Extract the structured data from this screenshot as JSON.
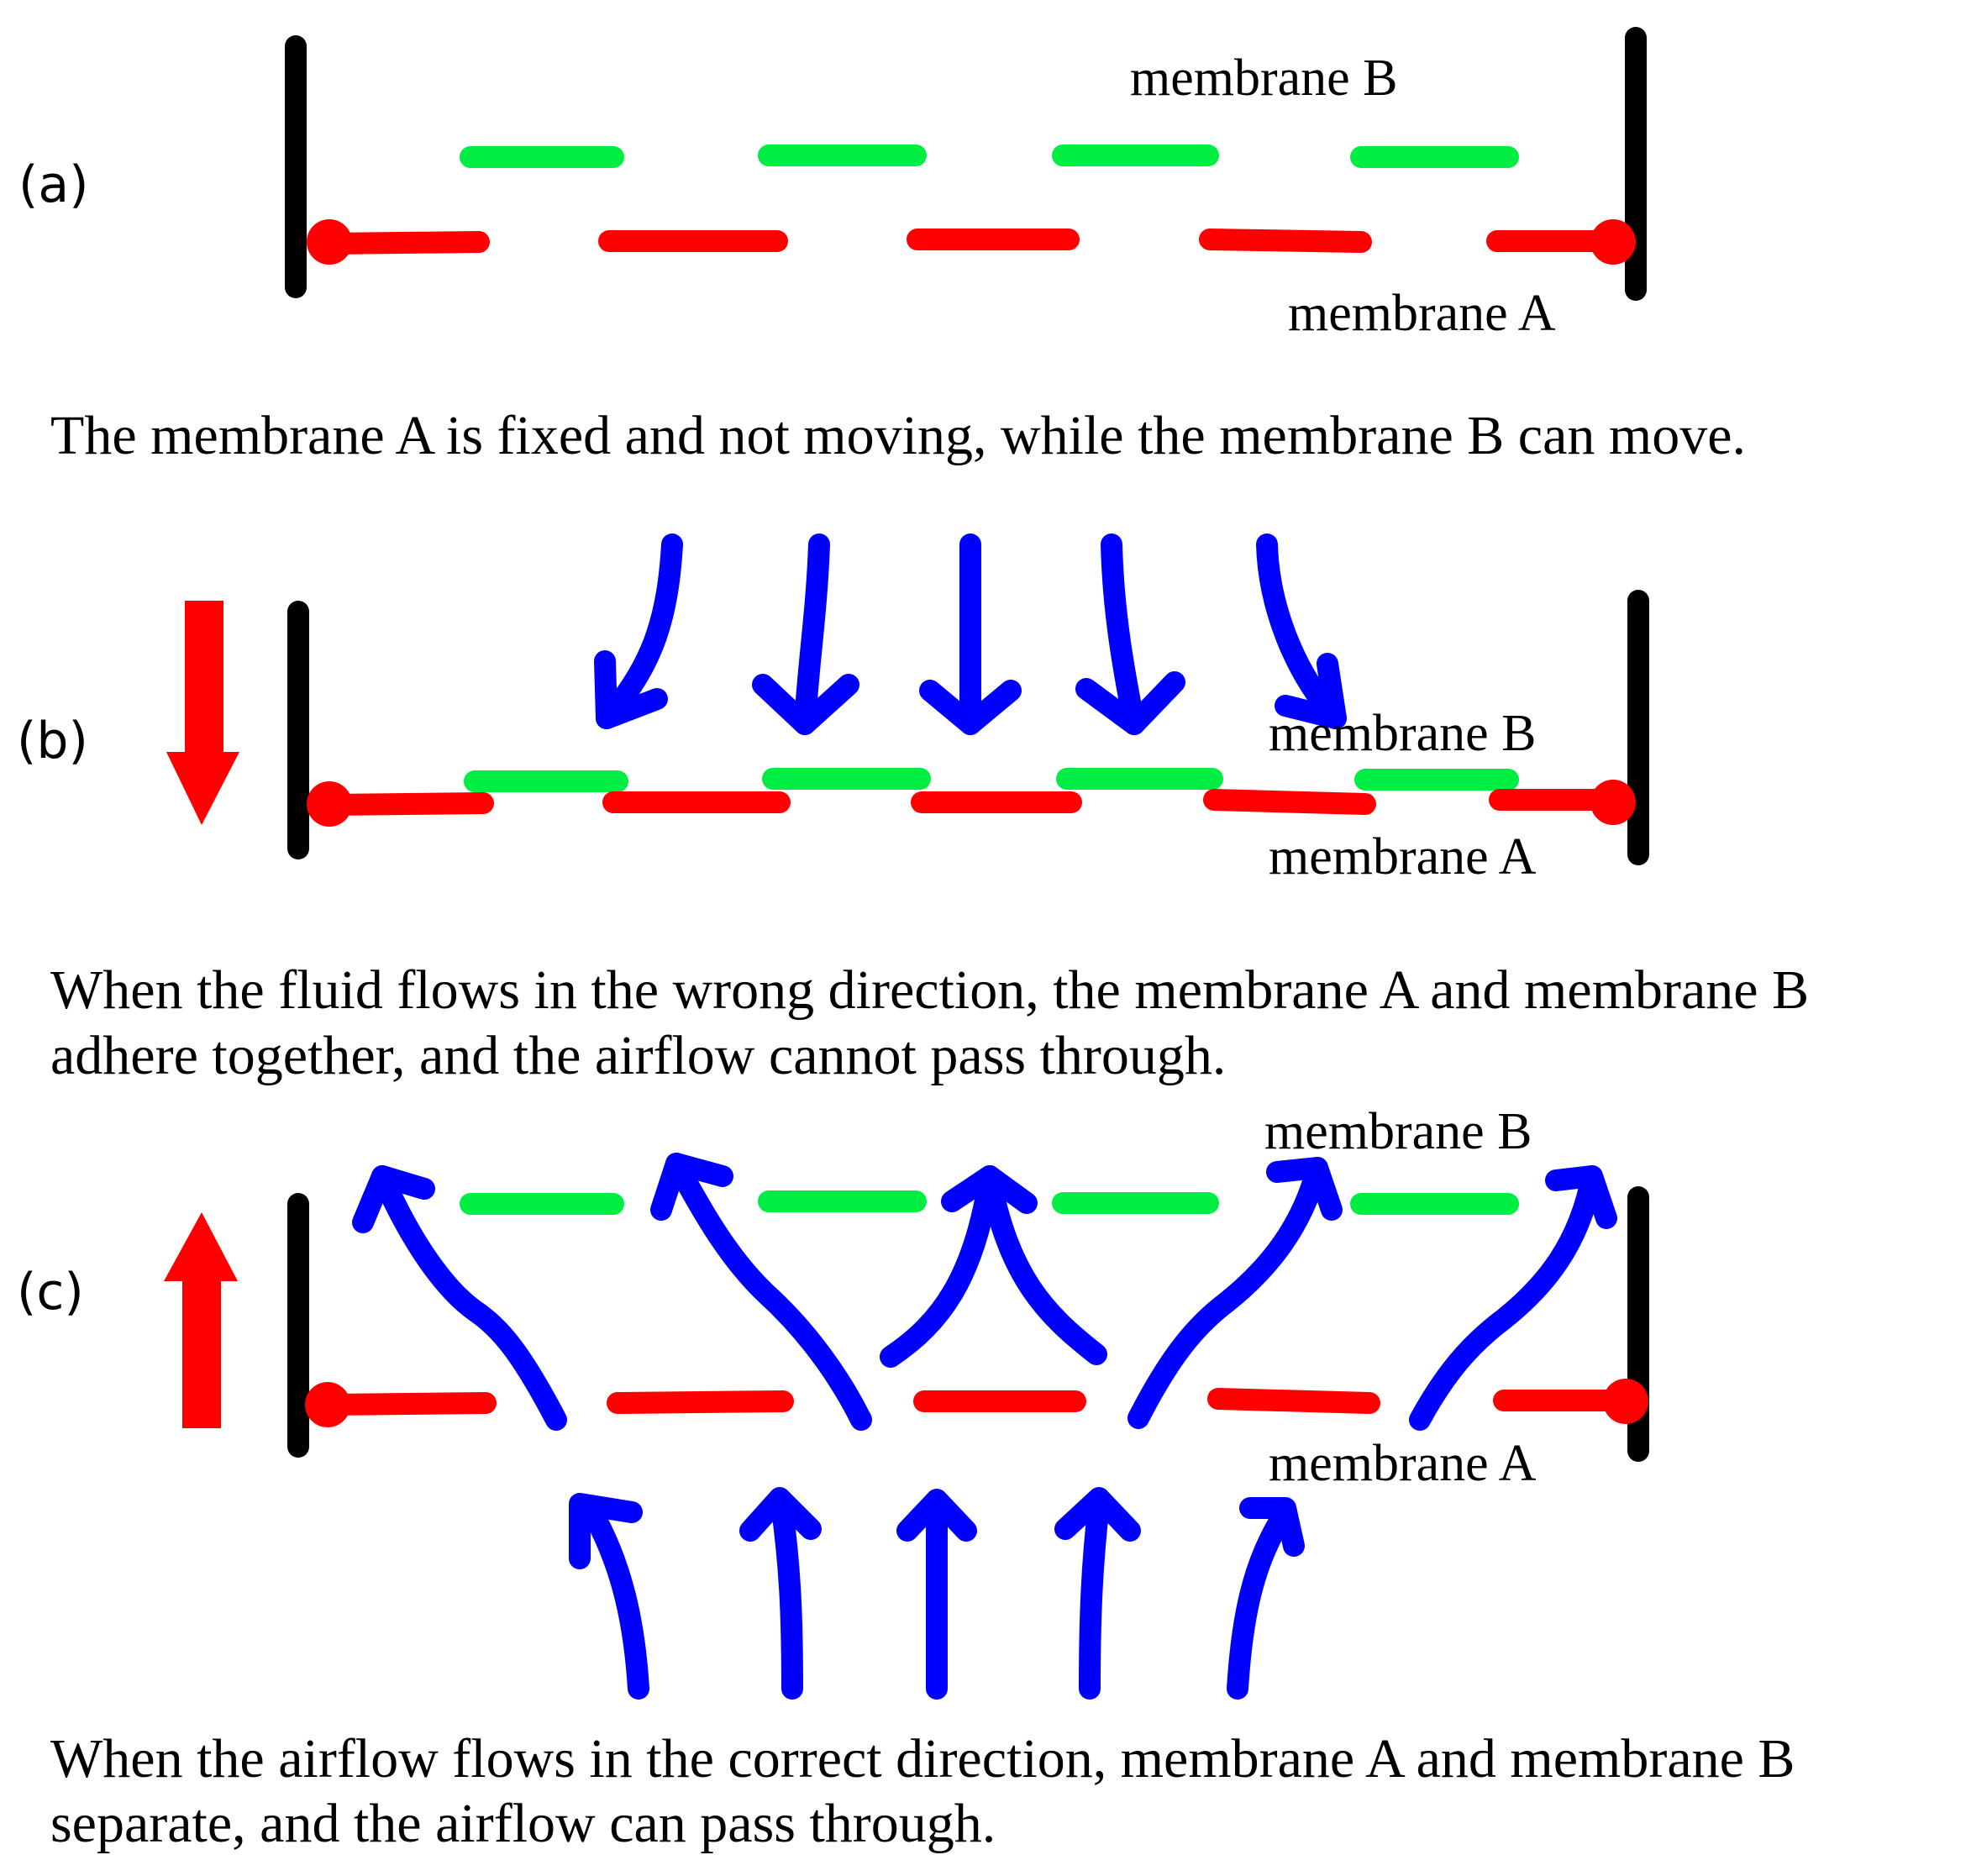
{
  "colors": {
    "wall": "#000000",
    "membrane_a": "#ff0000",
    "membrane_b": "#00ee44",
    "airflow": "#0000ff",
    "motion": "#ff0000",
    "text": "#000000"
  },
  "panels": {
    "a": {
      "letter": "(a)",
      "label_b": "membrane B",
      "label_a": "membrane A",
      "caption": "The membrane A is fixed and not moving, while the membrane B can move."
    },
    "b": {
      "letter": "(b)",
      "label_b": "membrane B",
      "label_a": "membrane A",
      "caption_line1": "When the fluid flows in the wrong direction, the membrane A and membrane B",
      "caption_line2": "adhere together, and the airflow cannot pass through.",
      "motion_icon": "down-arrow-icon"
    },
    "c": {
      "letter": "(c)",
      "label_b": "membrane B",
      "label_a": "membrane A",
      "caption_line1": "When the airflow flows in the correct direction, membrane A and membrane B",
      "caption_line2": "separate, and the airflow can pass through.",
      "motion_icon": "up-arrow-icon"
    }
  }
}
